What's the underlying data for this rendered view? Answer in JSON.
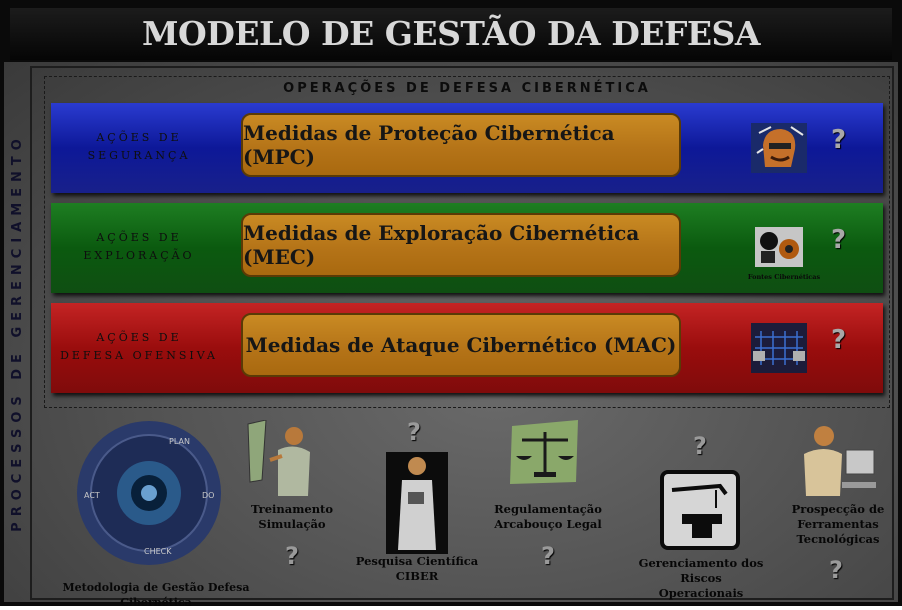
{
  "title": "MODELO DE GESTÃO DA DEFESA CIBERNÉTICA",
  "side_label": "PROCESSOS DE GERENCIAMENTO",
  "operations": {
    "title": "OPERAÇÕES DE DEFESA CIBERNÉTICA",
    "bands": [
      {
        "label": "AÇÕES DE\nSEGURANÇA",
        "measure": "Medidas de Proteção Cibernética (MPC)",
        "color": "#1220b0",
        "icon": "hacker-face-icon",
        "question": "?",
        "icon_caption": ""
      },
      {
        "label": "AÇÕES DE\nEXPLORAÇÃO",
        "measure": "Medidas de Exploração Cibernética (MEC)",
        "color": "#0b6a10",
        "icon": "cyber-sources-icon",
        "question": "?",
        "icon_caption": "Fontes Cibernéticas"
      },
      {
        "label": "AÇÕES DE\nDEFESA OFENSIVA",
        "measure": "Medidas de Ataque Cibernético (MAC)",
        "color": "#a00f0f",
        "icon": "network-globe-icon",
        "question": "?",
        "icon_caption": ""
      }
    ]
  },
  "pdca": {
    "plan": "PLAN",
    "do": "DO",
    "check": "CHECK",
    "act": "ACT"
  },
  "processes": [
    {
      "id": "metodologia",
      "label": "Metodologia de Gestão Defesa Cibernética",
      "icon": "pdca-cycle-icon",
      "question": ""
    },
    {
      "id": "treinamento",
      "label": "Treinamento\nSimulação",
      "icon": "trainer-icon",
      "question": "?"
    },
    {
      "id": "pesquisa",
      "label": "Pesquisa Científica\nCIBER",
      "icon": "scientist-icon",
      "question": "?"
    },
    {
      "id": "regulamentacao",
      "label": "Regulamentação\nArcabouço Legal",
      "icon": "scales-icon",
      "question": "?"
    },
    {
      "id": "riscos",
      "label": "Gerenciamento dos\nRiscos Operacionais",
      "icon": "crane-sign-icon",
      "question": "?"
    },
    {
      "id": "prospeccao",
      "label": "Prospecção de\nFerramentas\nTecnológicas",
      "icon": "computer-user-icon",
      "question": "?"
    }
  ]
}
